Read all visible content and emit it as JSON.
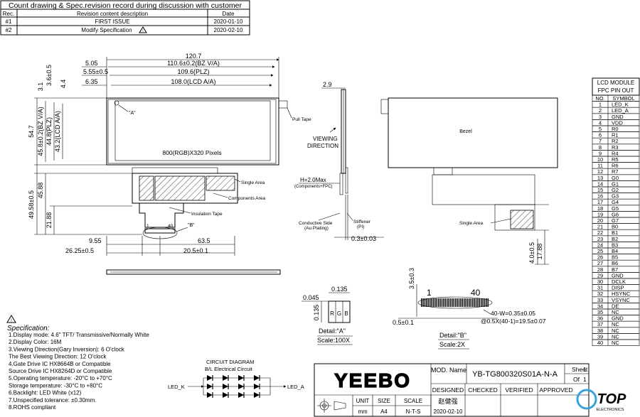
{
  "revision": {
    "title": "Count drawing & Spec.revision record during discussion with customer",
    "headers": [
      "Rec.",
      "Revision content description",
      "Date"
    ],
    "rows": [
      {
        "rec": "#1",
        "desc": "FIRST ISSUE",
        "date": "2020-01-10"
      },
      {
        "rec": "#2",
        "desc": "Modify Specification",
        "date": "2020-02-10"
      }
    ]
  },
  "front_view": {
    "dims_top": [
      "120.7",
      "110.6±0.2(BZ V/A)",
      "109.6(PLZ)",
      "108.0(LCD A/A)"
    ],
    "dims_left_offsets": [
      "5.05",
      "5.55±0.5",
      "6.35"
    ],
    "dims_vertical": [
      "3.1",
      "3.6±0.5",
      "4.4",
      "54.7",
      "45.8±0.2(BZ V/A)",
      "44.8(PLZ)",
      "43.2(LCD A/A)",
      "49.58±0.5",
      "45.88",
      "21.88"
    ],
    "dims_bottom": [
      "9.55",
      "63.5",
      "26.25±0.5",
      "20.5±0.1"
    ],
    "resolution": "800(RGB)X320  Pixels",
    "pin_start": "1",
    "pin_end": "40",
    "callout_a": "\"A\"",
    "callout_b": "\"B\"",
    "pull_tape": "Pull Tape",
    "single_area": "Single Area",
    "components_area": "Components Area",
    "insulation_tape": "Insulation Tape"
  },
  "side_view": {
    "thickness": "2.9",
    "viewing": [
      "VIEWING",
      "DIRECTION"
    ],
    "h_label": "H=2.0Max",
    "h_sub": "(Components+FPC)",
    "conductive": [
      "Conductive Side",
      "(Au Plating)"
    ],
    "stiffener": [
      "Stiffener",
      "(PI)"
    ],
    "stiffener_dim": "0.3±0.03"
  },
  "back_view": {
    "bezel": "Bezel",
    "single_area": "Single Area",
    "dims": [
      "4.0±0.5",
      "17.88"
    ]
  },
  "detail_a": {
    "dims": [
      "0.135",
      "0.045",
      "0.135"
    ],
    "rgb": [
      "R",
      "G",
      "B"
    ],
    "label": "Detail:\"A\"",
    "scale": "Scale:100X"
  },
  "detail_b": {
    "dims": [
      "3.5±0.3",
      "0.5±0.1"
    ],
    "pin_start": "1",
    "pin_end": "40",
    "width": "40-W=0.35±0.05",
    "pitch": "@0.5X(40-1)=19.5±0.07",
    "label": "Detail:\"B\"",
    "scale": "Scale:2X"
  },
  "specification": {
    "title": "Specification:",
    "lines": [
      "1.Display mode: 4.6\" TFT/ Transmissive/Normally White",
      "2.Display Color: 16M",
      "3.Viewing Direction(Gary Inversion): 6 O'clock",
      "   The Best Viewing Direction: 12 O'clock",
      "4.Gate Drive IC HX8664B or Compatible",
      "   Source Drive IC HX8264D or Compatible",
      "5.Operating temperature: -20°C to +70°C",
      "   Storage temperature: -30°C to +80°C",
      "6.Backlight: LED White (x12)",
      "7.Unspecified tolerance: ±0.30mm.",
      "8.ROHS compliant"
    ]
  },
  "circuit": {
    "title": "CIRCUIT DIAGRAM",
    "subtitle": "B/L Electrical  Circuit",
    "led_k": "LED_K",
    "led_a": "LED_A"
  },
  "title_block": {
    "company": "YEEBO",
    "mod_name_label": "MOD. Name",
    "mod_name": "YB-TG800320S01A-N-A",
    "sheet_label": "Sheet",
    "sheet": "1",
    "of_label": "Of",
    "of": "1",
    "headers": [
      "DESIGNED",
      "CHECKED",
      "VERIFIED",
      "APPROVED"
    ],
    "designer": "赵健强",
    "date": "2020-02-10",
    "unit_label": "UNIT",
    "unit": "mm",
    "size_label": "SIZE",
    "size": "A4",
    "scale_label": "SCALE",
    "scale": "N-T-S",
    "logo_text": "TOP",
    "logo_sub": "ELECTRONICS"
  },
  "pin_table": {
    "title": "LCD MODULE",
    "subtitle": "FPC PIN OUT",
    "col_no": "NO.",
    "col_symbol": "SYMBOL",
    "pins": [
      "LED_K",
      "LED_A",
      "GND",
      "VDD",
      "R0",
      "R1",
      "R2",
      "R3",
      "R4",
      "R5",
      "R6",
      "R7",
      "G0",
      "G1",
      "G2",
      "G3",
      "G4",
      "G5",
      "G6",
      "G7",
      "B0",
      "B1",
      "B2",
      "B3",
      "B4",
      "B5",
      "B6",
      "B7",
      "GND",
      "DCLK",
      "DISP",
      "HSYNC",
      "VSYNC",
      "DE",
      "NC",
      "GND",
      "NC",
      "NC",
      "NC",
      "NC"
    ]
  }
}
